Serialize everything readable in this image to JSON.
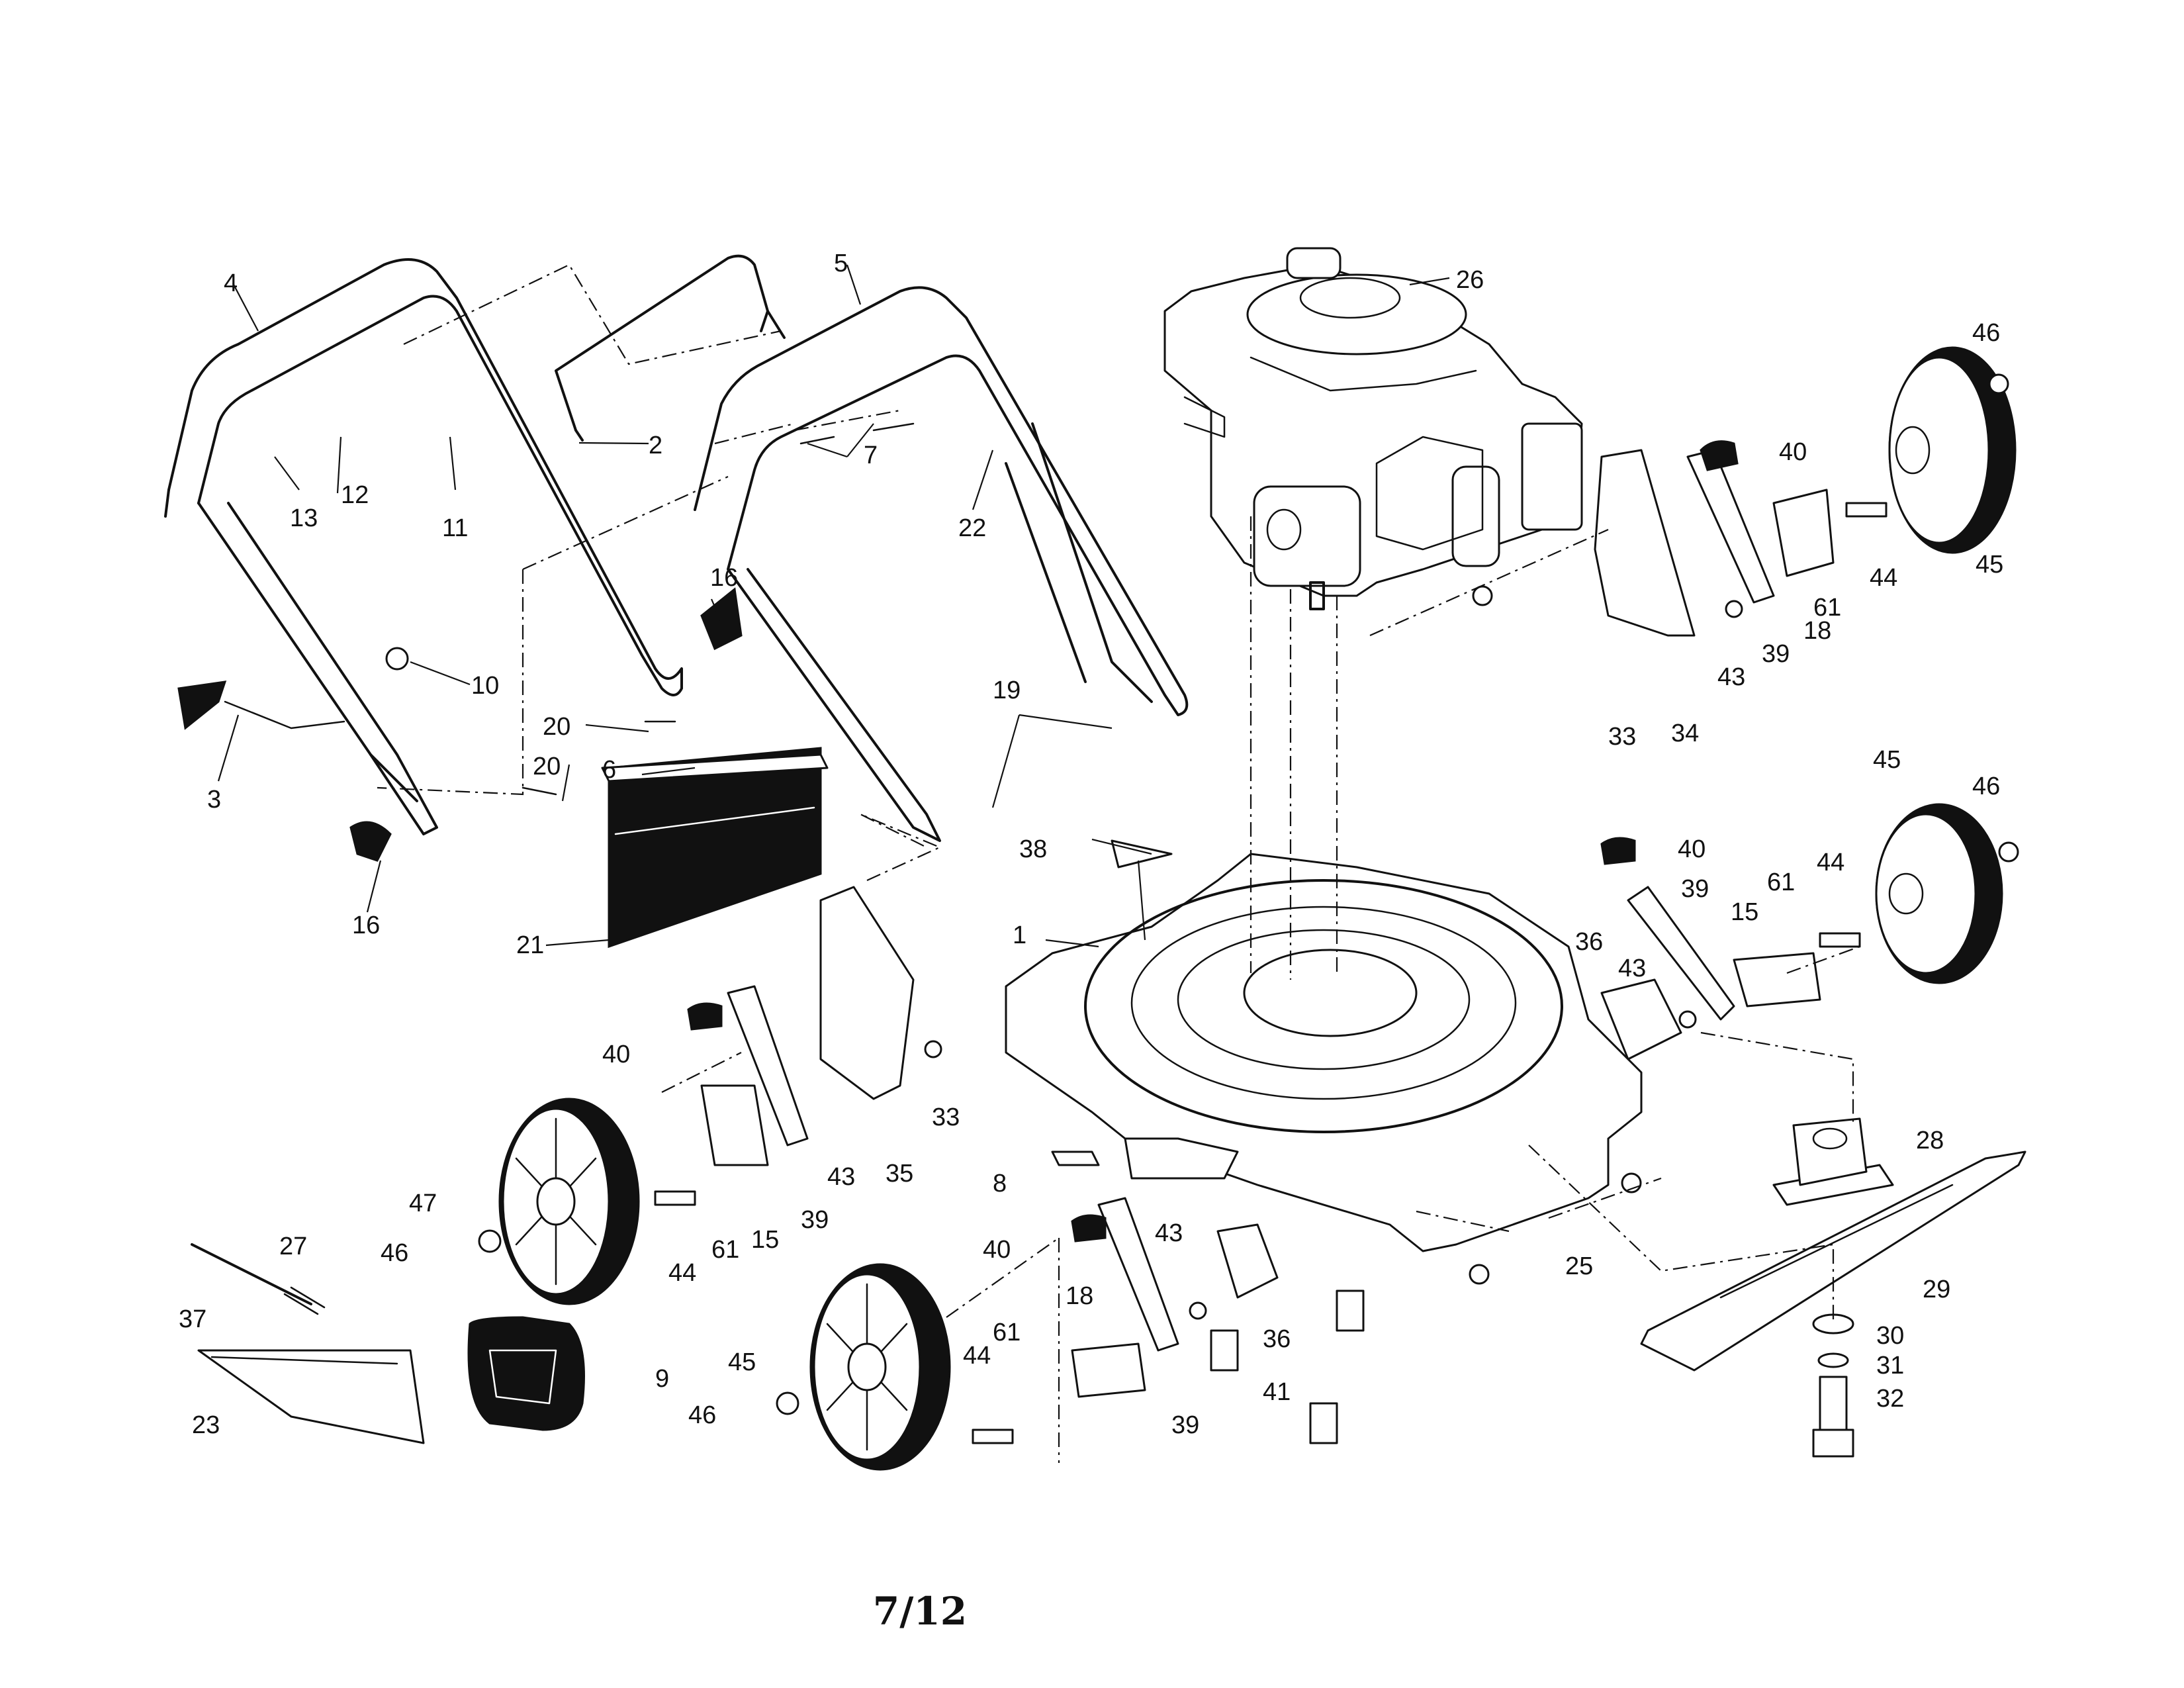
{
  "page": {
    "number": "7/12"
  },
  "callouts": [
    {
      "id": "c1",
      "text": "1"
    },
    {
      "id": "c2",
      "text": "2"
    },
    {
      "id": "c3",
      "text": "3"
    },
    {
      "id": "c4",
      "text": "4"
    },
    {
      "id": "c5",
      "text": "5"
    },
    {
      "id": "c6",
      "text": "6"
    },
    {
      "id": "c7",
      "text": "7"
    },
    {
      "id": "c8",
      "text": "8"
    },
    {
      "id": "c9",
      "text": "9"
    },
    {
      "id": "c10",
      "text": "10"
    },
    {
      "id": "c11",
      "text": "11"
    },
    {
      "id": "c12",
      "text": "12"
    },
    {
      "id": "c13",
      "text": "13"
    },
    {
      "id": "c15a",
      "text": "15"
    },
    {
      "id": "c15b",
      "text": "15"
    },
    {
      "id": "c16a",
      "text": "16"
    },
    {
      "id": "c16b",
      "text": "16"
    },
    {
      "id": "c18a",
      "text": "18"
    },
    {
      "id": "c18b",
      "text": "18"
    },
    {
      "id": "c19",
      "text": "19"
    },
    {
      "id": "c20a",
      "text": "20"
    },
    {
      "id": "c20b",
      "text": "20"
    },
    {
      "id": "c21",
      "text": "21"
    },
    {
      "id": "c22",
      "text": "22"
    },
    {
      "id": "c23",
      "text": "23"
    },
    {
      "id": "c25",
      "text": "25"
    },
    {
      "id": "c26",
      "text": "26"
    },
    {
      "id": "c27",
      "text": "27"
    },
    {
      "id": "c28",
      "text": "28"
    },
    {
      "id": "c29",
      "text": "29"
    },
    {
      "id": "c30",
      "text": "30"
    },
    {
      "id": "c31",
      "text": "31"
    },
    {
      "id": "c32",
      "text": "32"
    },
    {
      "id": "c33a",
      "text": "33"
    },
    {
      "id": "c33b",
      "text": "33"
    },
    {
      "id": "c34",
      "text": "34"
    },
    {
      "id": "c35",
      "text": "35"
    },
    {
      "id": "c36a",
      "text": "36"
    },
    {
      "id": "c36b",
      "text": "36"
    },
    {
      "id": "c37",
      "text": "37"
    },
    {
      "id": "c38",
      "text": "38"
    },
    {
      "id": "c39a",
      "text": "39"
    },
    {
      "id": "c39b",
      "text": "39"
    },
    {
      "id": "c39c",
      "text": "39"
    },
    {
      "id": "c39d",
      "text": "39"
    },
    {
      "id": "c40a",
      "text": "40"
    },
    {
      "id": "c40b",
      "text": "40"
    },
    {
      "id": "c40c",
      "text": "40"
    },
    {
      "id": "c40d",
      "text": "40"
    },
    {
      "id": "c41",
      "text": "41"
    },
    {
      "id": "c43a",
      "text": "43"
    },
    {
      "id": "c43b",
      "text": "43"
    },
    {
      "id": "c43c",
      "text": "43"
    },
    {
      "id": "c43d",
      "text": "43"
    },
    {
      "id": "c44a",
      "text": "44"
    },
    {
      "id": "c44b",
      "text": "44"
    },
    {
      "id": "c44c",
      "text": "44"
    },
    {
      "id": "c44d",
      "text": "44"
    },
    {
      "id": "c45a",
      "text": "45"
    },
    {
      "id": "c45b",
      "text": "45"
    },
    {
      "id": "c45c",
      "text": "45"
    },
    {
      "id": "c46a",
      "text": "46"
    },
    {
      "id": "c46b",
      "text": "46"
    },
    {
      "id": "c46c",
      "text": "46"
    },
    {
      "id": "c46d",
      "text": "46"
    },
    {
      "id": "c47",
      "text": "47"
    },
    {
      "id": "c61a",
      "text": "61"
    },
    {
      "id": "c61b",
      "text": "61"
    },
    {
      "id": "c61c",
      "text": "61"
    },
    {
      "id": "c61d",
      "text": "61"
    }
  ]
}
